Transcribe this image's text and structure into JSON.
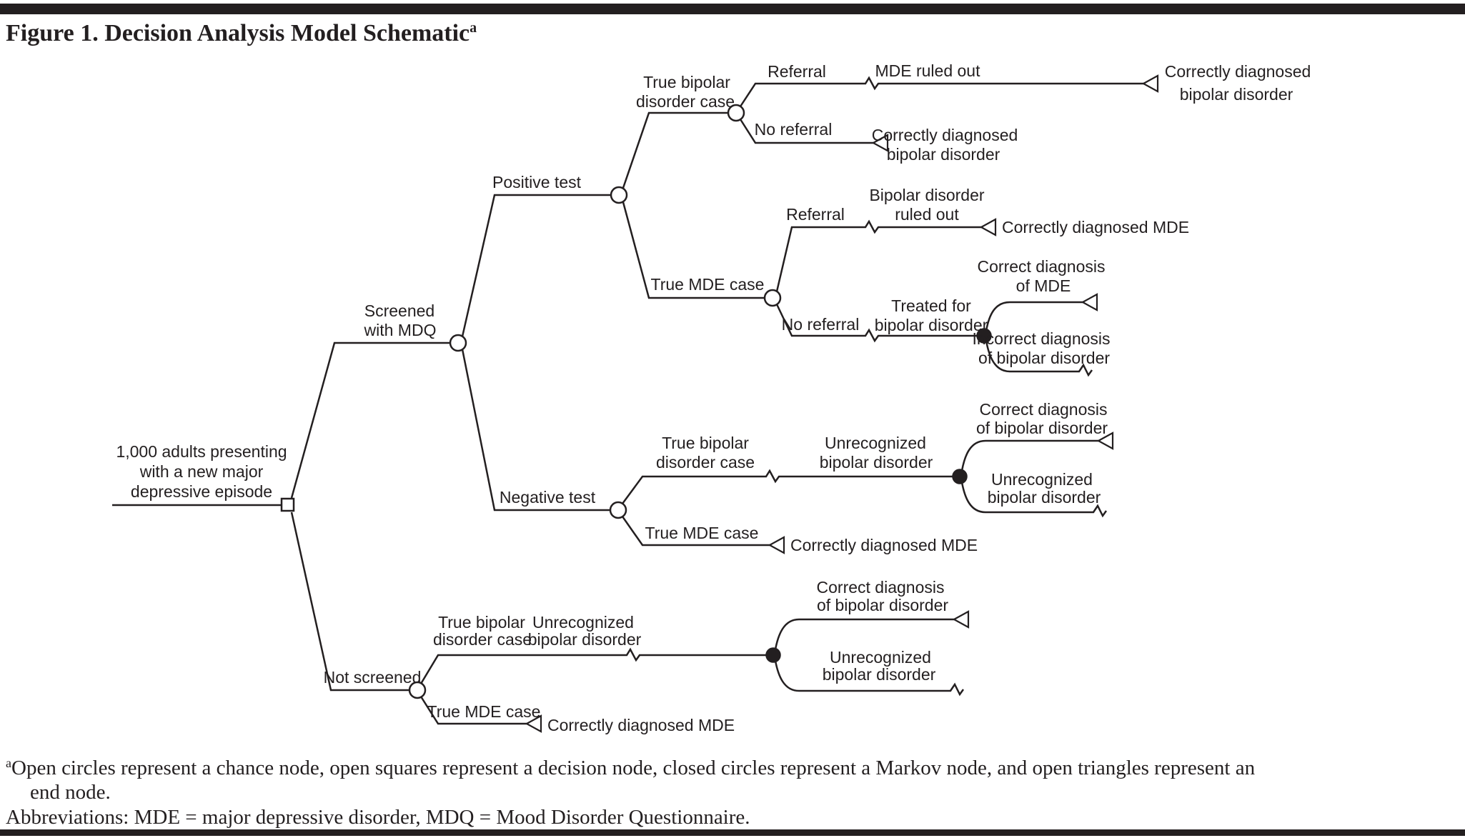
{
  "figure": {
    "title": "Figure 1. Decision Analysis Model Schematic",
    "title_superscript": "a"
  },
  "colors": {
    "ink": "#231f20",
    "paper": "#ffffff"
  },
  "tree": {
    "root": {
      "label_lines": [
        "1,000 adults presenting",
        "with a new major",
        "depressive episode"
      ]
    },
    "labels": {
      "screened_1": "Screened",
      "screened_2": "with MDQ",
      "not_screened": "Not screened",
      "positive_test": "Positive test",
      "negative_test": "Negative test",
      "pos_true_bipolar_1": "True bipolar",
      "pos_true_bipolar_2": "disorder case",
      "pos_tb_referral": "Referral",
      "pos_tb_mde_ruled_out": "MDE ruled out",
      "pos_tb_ref_end_1": "Correctly diagnosed",
      "pos_tb_ref_end_2": "bipolar disorder",
      "pos_tb_no_referral": "No referral",
      "pos_tb_noref_end_1": "Correctly diagnosed",
      "pos_tb_noref_end_2": "bipolar disorder",
      "pos_true_mde": "True MDE case",
      "pos_mde_referral": "Referral",
      "pos_mde_bd_ruled_out_1": "Bipolar disorder",
      "pos_mde_bd_ruled_out_2": "ruled out",
      "pos_mde_ref_end": "Correctly diagnosed MDE",
      "pos_mde_no_referral": "No referral",
      "pos_mde_treated_1": "Treated for",
      "pos_mde_treated_2": "bipolar disorder",
      "pos_mde_markov_top_1": "Correct diagnosis",
      "pos_mde_markov_top_2": "of MDE",
      "pos_mde_markov_bottom_1": "Incorrect diagnosis",
      "pos_mde_markov_bottom_2": "of bipolar disorder",
      "neg_true_bipolar_1": "True bipolar",
      "neg_true_bipolar_2": "disorder case",
      "neg_unrecognized_1": "Unrecognized",
      "neg_unrecognized_2": "bipolar disorder",
      "neg_markov_top_1": "Correct diagnosis",
      "neg_markov_top_2": "of bipolar disorder",
      "neg_markov_bottom_1": "Unrecognized",
      "neg_markov_bottom_2": "bipolar disorder",
      "neg_true_mde": "True MDE case",
      "neg_mde_end": "Correctly diagnosed MDE",
      "ns_true_bipolar_1": "True bipolar",
      "ns_true_bipolar_2": "disorder case",
      "ns_unrecognized_1": "Unrecognized",
      "ns_unrecognized_2": "bipolar disorder",
      "ns_markov_top_1": "Correct diagnosis",
      "ns_markov_top_2": "of bipolar disorder",
      "ns_markov_bottom_1": "Unrecognized",
      "ns_markov_bottom_2": "bipolar disorder",
      "ns_true_mde": "True MDE case",
      "ns_mde_end": "Correctly diagnosed MDE"
    },
    "node_types": {
      "open_circle": "chance node",
      "open_square": "decision node",
      "closed_circle": "Markov node",
      "open_triangle": "end node"
    }
  },
  "footnote": {
    "marker": "a",
    "line1": "Open circles represent a chance node, open squares represent a decision node, closed circles represent a Markov node, and open triangles represent an",
    "line2": "end node.",
    "line3": "Abbreviations: MDE = major depressive disorder, MDQ = Mood Disorder Questionnaire."
  }
}
